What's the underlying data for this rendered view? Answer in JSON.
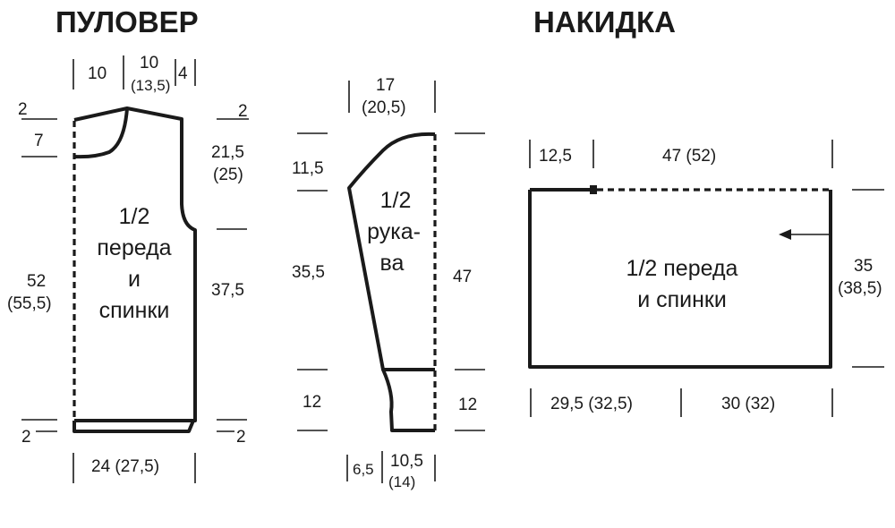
{
  "pullover": {
    "title": "ПУЛОВЕР",
    "dims": {
      "top_a": "10",
      "top_b": "10",
      "top_b2": "(13,5)",
      "top_c": "4",
      "left_2": "2",
      "left_7": "7",
      "right_2": "2",
      "right_armhole": "21,5",
      "right_armhole2": "(25)",
      "left_len": "52",
      "left_len2": "(55,5)",
      "right_side": "37,5",
      "bottom_left_2": "2",
      "bottom_right_2": "2",
      "bottom_width": "24  (27,5)"
    },
    "label": [
      "1/2",
      "переда",
      "и",
      "спинки"
    ]
  },
  "sleeve": {
    "dims": {
      "top": "17",
      "top2": "(20,5)",
      "left_cap": "11,5",
      "left_len": "35,5",
      "left_cuff": "12",
      "right_len": "47",
      "right_cuff": "12",
      "bottom_a": "6,5",
      "bottom_b": "10,5",
      "bottom_b2": "(14)"
    },
    "label": [
      "1/2",
      "рука-",
      "ва"
    ]
  },
  "cape": {
    "title": "НАКИДКА",
    "dims": {
      "top_a": "12,5",
      "top_b": "47  (52)",
      "right": "35",
      "right2": "(38,5)",
      "bottom_a": "29,5  (32,5)",
      "bottom_b": "30  (32)"
    },
    "label": [
      "1/2 переда",
      "и спинки"
    ]
  }
}
